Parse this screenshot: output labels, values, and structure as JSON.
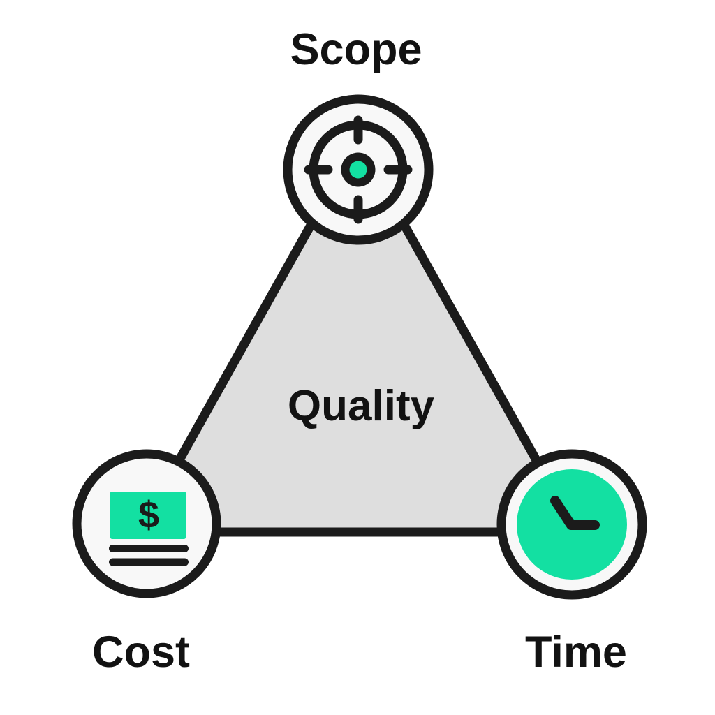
{
  "colors": {
    "accent_green": "#13E0A2",
    "triangle_fill": "#DEDEDE",
    "ink": "#1B1B1B",
    "node_fill": "#F8F8F8",
    "background": "#FFFFFF"
  },
  "triangle": {
    "center_label": "Quality"
  },
  "nodes": [
    {
      "id": "scope",
      "label": "Scope",
      "icon": "target-icon",
      "position": "top"
    },
    {
      "id": "cost",
      "label": "Cost",
      "icon": "money-icon",
      "position": "bottom-left",
      "currency_symbol": "$"
    },
    {
      "id": "time",
      "label": "Time",
      "icon": "clock-icon",
      "position": "bottom-right"
    }
  ]
}
